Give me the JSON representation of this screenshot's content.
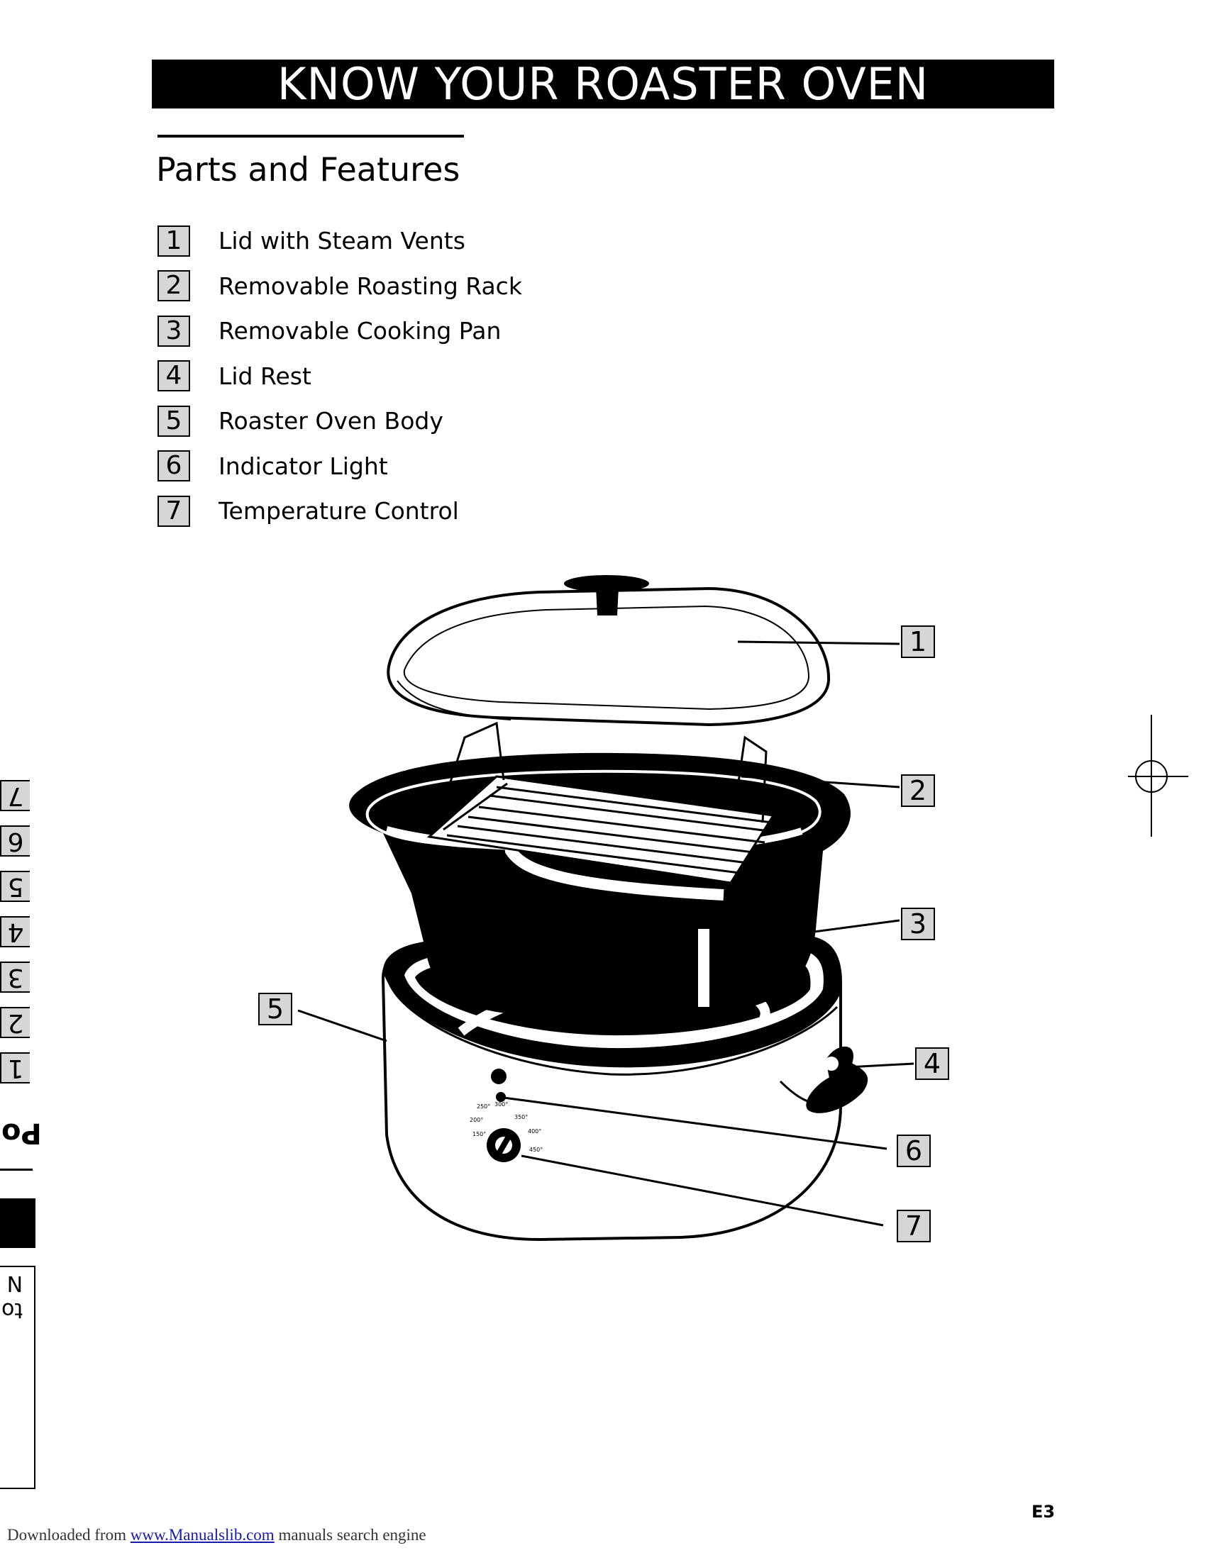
{
  "header": {
    "title": "KNOW YOUR ROASTER OVEN"
  },
  "section": {
    "title": "Parts and Features"
  },
  "parts": [
    {
      "num": "1",
      "label": "Lid with Steam Vents"
    },
    {
      "num": "2",
      "label": "Removable Roasting Rack"
    },
    {
      "num": "3",
      "label": "Removable Cooking Pan"
    },
    {
      "num": "4",
      "label": "Lid Rest"
    },
    {
      "num": "5",
      "label": "Roaster Oven Body"
    },
    {
      "num": "6",
      "label": "Indicator Light"
    },
    {
      "num": "7",
      "label": "Temperature Control"
    }
  ],
  "dial": {
    "temps": [
      "150°",
      "200°",
      "250°",
      "300°",
      "350°",
      "400°",
      "450°"
    ]
  },
  "side_tabs": [
    "7",
    "6",
    "5",
    "4",
    "3",
    "2",
    "1"
  ],
  "side_partial": {
    "heading": "Po",
    "line1": "to",
    "line2": "N"
  },
  "page": {
    "number": "E3"
  },
  "footer": {
    "prefix": "Downloaded from ",
    "link": "www.Manualslib.com",
    "suffix": " manuals search engine"
  },
  "colors": {
    "box_fill": "#d6d6d6",
    "ink": "#000000",
    "link": "#1a1aa8"
  }
}
